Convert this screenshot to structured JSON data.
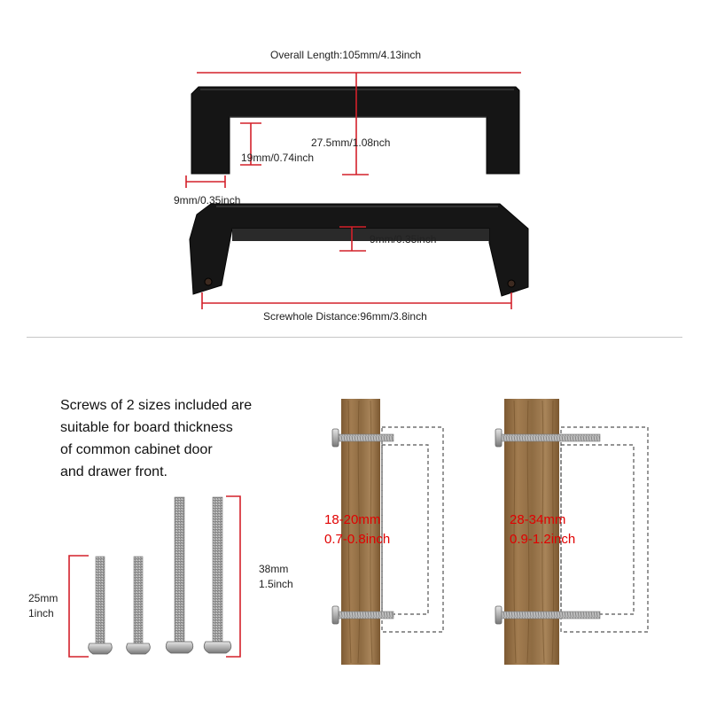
{
  "dimensions": {
    "overall_length": "Overall Length:105mm/4.13inch",
    "height": "27.5mm/1.08nch",
    "gap": "19mm/0.74inch",
    "bar_width": "9mm/0.35inch",
    "bar_thickness": "9mm/0.35inch",
    "screwhole_distance": "Screwhole Distance:96mm/3.8inch"
  },
  "description": {
    "lines": [
      "Screws of 2 sizes included are",
      "suitable for board thickness",
      "of common cabinet door",
      "and drawer front."
    ]
  },
  "screws": {
    "short_mm": "25mm",
    "short_inch": "1inch",
    "long_mm": "38mm",
    "long_inch": "1.5inch"
  },
  "boards": {
    "thin_mm": "18-20mm",
    "thin_inch": "0.7-0.8inch",
    "thick_mm": "28-34mm",
    "thick_inch": "0.9-1.2inch"
  },
  "colors": {
    "dimension_line": "#d4202a",
    "handle": "#161616",
    "wood": "#9a7548",
    "screw": "#b4b4b4",
    "board_label": "#e10000"
  }
}
